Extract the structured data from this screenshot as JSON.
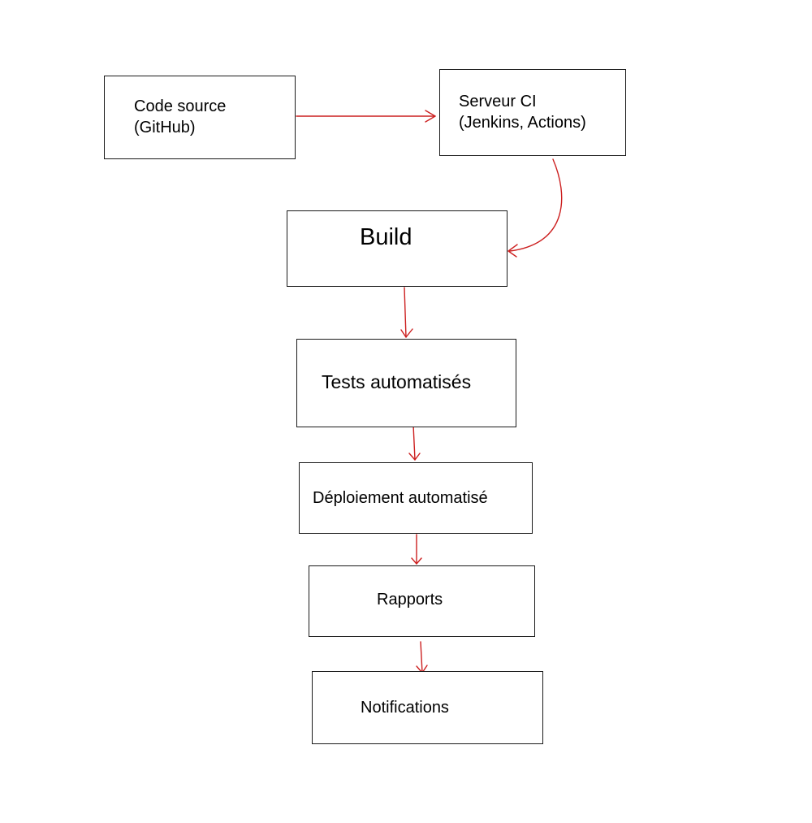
{
  "diagram": {
    "nodes": {
      "code_source": {
        "line1": "Code source",
        "line2": "(GitHub)"
      },
      "serveur_ci": {
        "line1": "Serveur CI",
        "line2": "(Jenkins, Actions)"
      },
      "build": {
        "label": "Build"
      },
      "tests": {
        "label": "Tests automatisés"
      },
      "deploiement": {
        "label": "Déploiement automatisé"
      },
      "rapports": {
        "label": "Rapports"
      },
      "notifications": {
        "label": "Notifications"
      }
    },
    "edge_color": "#cc1f1f",
    "edges": [
      {
        "from": "Code source",
        "to": "Serveur CI"
      },
      {
        "from": "Serveur CI",
        "to": "Build"
      },
      {
        "from": "Build",
        "to": "Tests automatisés"
      },
      {
        "from": "Tests automatisés",
        "to": "Déploiement automatisé"
      },
      {
        "from": "Déploiement automatisé",
        "to": "Rapports"
      },
      {
        "from": "Rapports",
        "to": "Notifications"
      }
    ]
  }
}
